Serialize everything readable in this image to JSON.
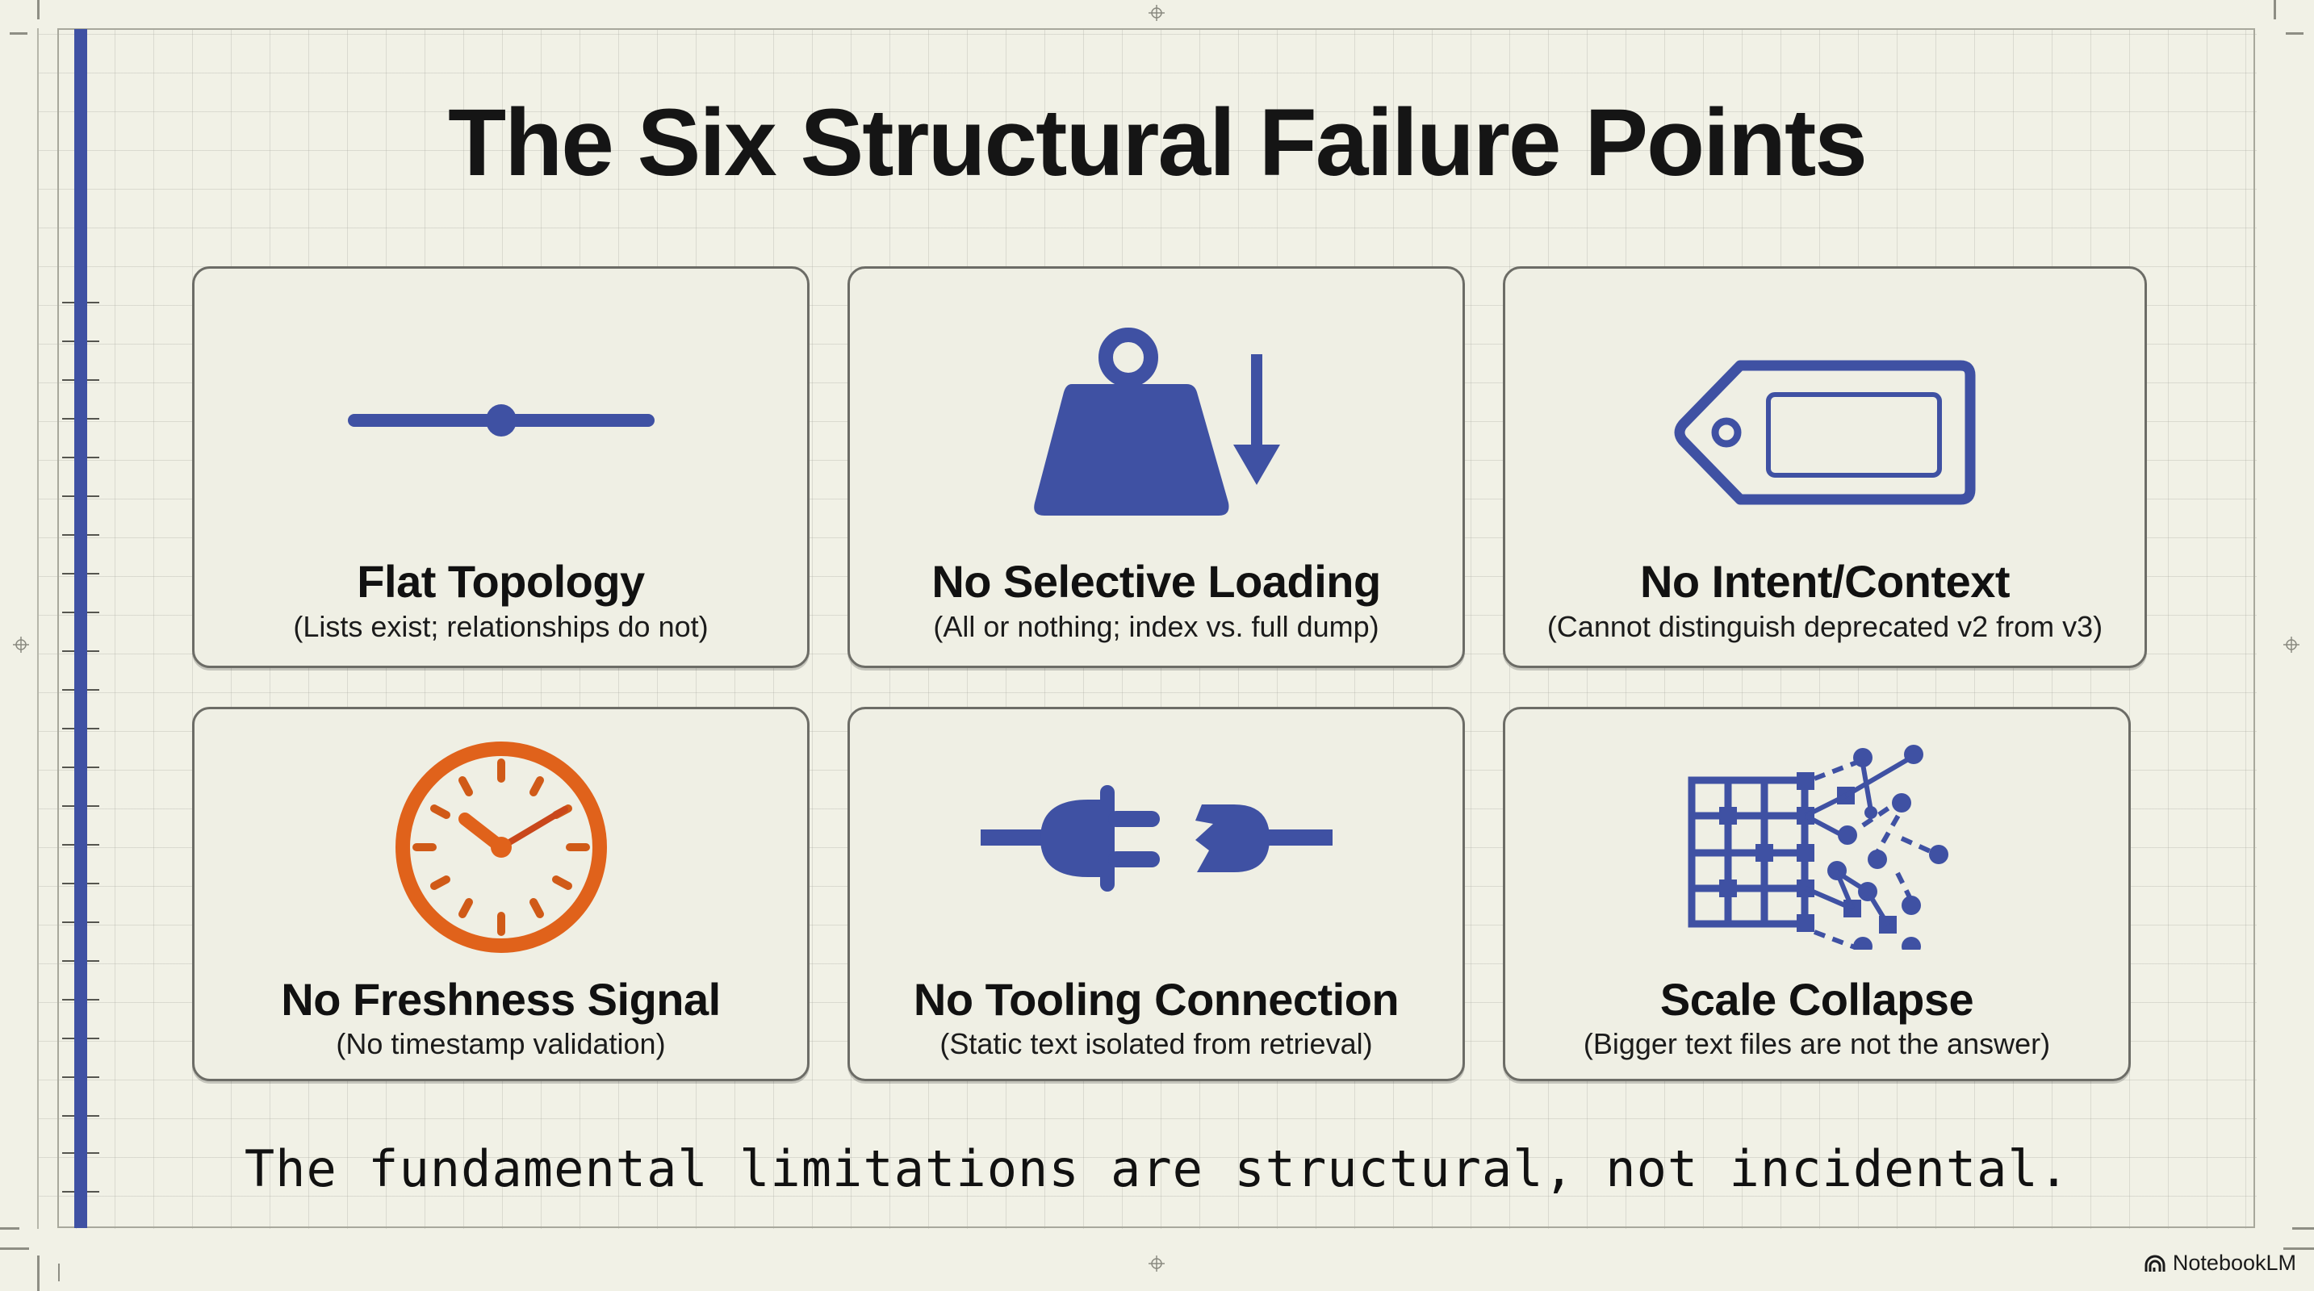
{
  "slide": {
    "title": "The Six Structural Failure Points",
    "footer": "The fundamental limitations are structural, not incidental.",
    "brand": "NotebookLM",
    "colors": {
      "accent": "#3f51a3",
      "clock": "#e0621b",
      "background": "#f1f1e6",
      "text": "#111111"
    }
  },
  "cards": [
    {
      "heading": "Flat Topology",
      "sub": "(Lists exist; relationships do not)",
      "icon": "flat-line-node-icon"
    },
    {
      "heading": "No Selective Loading",
      "sub": "(All or nothing; index vs. full dump)",
      "icon": "weight-down-arrow-icon"
    },
    {
      "heading": "No Intent/Context",
      "sub": "(Cannot distinguish deprecated v2 from v3)",
      "icon": "blank-tag-icon"
    },
    {
      "heading": "No Freshness Signal",
      "sub": "(No timestamp validation)",
      "icon": "clock-icon"
    },
    {
      "heading": "No Tooling Connection",
      "sub": "(Static text isolated from retrieval)",
      "icon": "unplugged-icon"
    },
    {
      "heading": "Scale Collapse",
      "sub": "(Bigger text files are not the answer)",
      "icon": "grid-fragmenting-icon"
    }
  ]
}
